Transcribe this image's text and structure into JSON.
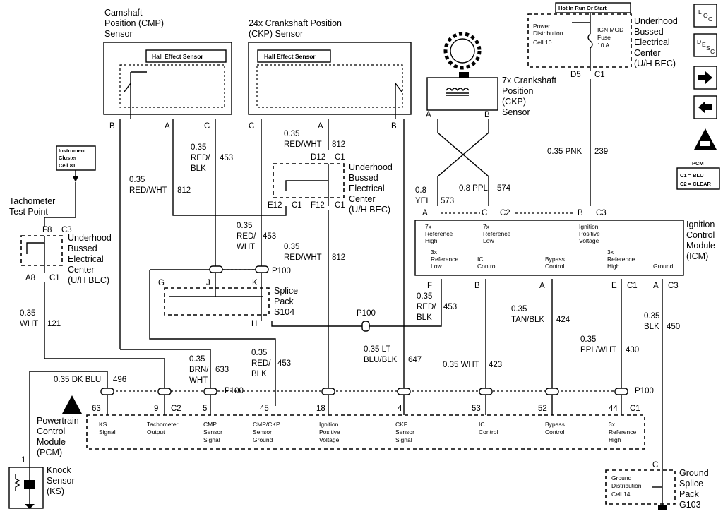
{
  "cmp_sensor": {
    "line1": "Camshaft",
    "line2": "Position (CMP)",
    "line3": "Sensor",
    "inner": "Hall Effect Sensor",
    "pins": [
      "B",
      "A",
      "C"
    ]
  },
  "ckp24_sensor": {
    "line1": "24x Crankshaft Position",
    "line2": "(CKP) Sensor",
    "inner": "Hall Effect Sensor",
    "pins": [
      "C",
      "A",
      "B"
    ]
  },
  "ckp7_sensor": {
    "line1": "7x Crankshaft",
    "line2": "Position",
    "line3": "(CKP)",
    "line4": "Sensor",
    "pins": [
      "A",
      "B"
    ]
  },
  "hot_label": "Hot In Run Or Start",
  "fuse_box": {
    "pd1": "Power",
    "pd2": "Distribution",
    "pd3": "Cell 10",
    "fuse1": "IGN MOD",
    "fuse2": "Fuse",
    "fuse3": "10 A"
  },
  "ubec_labels": {
    "l1": "Underhood",
    "l2": "Bussed",
    "l3": "Electrical",
    "l4": "Center",
    "l5": "(U/H BEC)"
  },
  "ubec_mid": {
    "l1": "Underhood",
    "l2": "Bussed",
    "l3": "Electrical",
    "l4": "Center",
    "l5": "(U/H BEC)"
  },
  "ubec_left": {
    "l1": "Underhood",
    "l2": "Bussed",
    "l3": "Electrical",
    "l4": "Center",
    "l5": "(U/H BEC)"
  },
  "instrument": {
    "l1": "Instrument",
    "l2": "Cluster",
    "l3": "Cell 81"
  },
  "tach": {
    "l1": "Tachometer",
    "l2": "Test Point"
  },
  "pcm_note": {
    "title": "PCM",
    "c1": "C1 = BLU",
    "c2": "C2 = CLEAR"
  },
  "icm": {
    "l1": "Ignition",
    "l2": "Control",
    "l3": "Module",
    "l4": "(ICM)",
    "t1a": "7x",
    "t1b": "Reference",
    "t1c": "High",
    "t2a": "7x",
    "t2b": "Reference",
    "t2c": "Low",
    "t3a": "Ignition",
    "t3b": "Positive",
    "t3c": "Voltage",
    "b1a": "3x",
    "b1b": "Reference",
    "b1c": "Low",
    "b2a": "IC",
    "b2b": "Control",
    "b3a": "Bypass",
    "b3b": "Control",
    "b4a": "3x",
    "b4b": "Reference",
    "b4c": "High",
    "b5": "Ground"
  },
  "splice": {
    "l1": "Splice",
    "l2": "Pack",
    "l3": "S104",
    "p100": "P100",
    "pins": [
      "G",
      "J",
      "K",
      "H"
    ]
  },
  "pcm": {
    "l1": "Powertrain",
    "l2": "Control",
    "l3": "Module",
    "l4": "(PCM)",
    "f1a": "KS",
    "f1b": "Signal",
    "f2a": "Tachometer",
    "f2b": "Output",
    "f3a": "CMP",
    "f3b": "Sensor",
    "f3c": "Signal",
    "f4a": "CMP/CKP",
    "f4b": "Sensor",
    "f4c": "Ground",
    "f5a": "Ignition",
    "f5b": "Positive",
    "f5c": "Voltage",
    "f6a": "CKP",
    "f6b": "Sensor",
    "f6c": "Signal",
    "f7a": "IC",
    "f7b": "Control",
    "f8a": "Bypass",
    "f8b": "Control",
    "f9a": "3x",
    "f9b": "Reference",
    "f9c": "High",
    "pins": [
      "63",
      "9",
      "5",
      "45",
      "18",
      "4",
      "53",
      "52",
      "44"
    ]
  },
  "knock": {
    "l1": "Knock",
    "l2": "Sensor",
    "l3": "(KS)",
    "pin": "1"
  },
  "ground_splice": {
    "l1": "Ground",
    "l2": "Splice",
    "l3": "Pack",
    "l4": "G103",
    "in1": "Ground",
    "in2": "Distribution",
    "in3": "Cell 14",
    "pin": "C"
  },
  "connectors": {
    "c1": "C1",
    "c2": "C2",
    "c3": "C3",
    "d5": "D5",
    "d12": "D12",
    "e12": "E12",
    "f12": "F12",
    "f8": "F8",
    "a8": "A8",
    "p100": "P100"
  },
  "wires": {
    "w453a": {
      "g": "0.35",
      "c": "RED/",
      "n": "453",
      "c2": "BLK"
    },
    "w812a": {
      "g": "0.35",
      "c": "RED/WHT",
      "n": "812"
    },
    "w812b": {
      "g": "0.35",
      "c": "RED/WHT",
      "n": "812"
    },
    "w453b": {
      "g": "0.35",
      "c": "RED/",
      "n": "453",
      "c2": "WHT"
    },
    "w812c": {
      "g": "0.35",
      "c": "RED/WHT",
      "n": "812"
    },
    "w573": {
      "g": "0.8",
      "c": "YEL",
      "n": "573"
    },
    "w574": {
      "g": "0.8 PPL",
      "n": "574"
    },
    "w239": {
      "t": "0.35 PNK",
      "n": "239"
    },
    "w121": {
      "g": "0.35",
      "c": "WHT",
      "n": "121"
    },
    "w453c": {
      "g": "0.35",
      "c": "RED/",
      "n": "453",
      "c2": "BLK"
    },
    "w424": {
      "g": "0.35",
      "c": "TAN/BLK",
      "n": "424"
    },
    "w430": {
      "g": "0.35",
      "c": "PPL/WHT",
      "n": "430"
    },
    "w450": {
      "g": "0.35",
      "c": "BLK",
      "n": "450"
    },
    "w647": {
      "g": "0.35 LT",
      "c": "BLU/BLK",
      "n": "647"
    },
    "w633": {
      "g": "0.35",
      "c": "BRN/",
      "n": "633",
      "c2": "WHT"
    },
    "w453d": {
      "g": "0.35",
      "c": "RED/",
      "n": "453",
      "c2": "BLK"
    },
    "w423": {
      "t": "0.35 WHT",
      "n": "423"
    },
    "w496": {
      "t": "0.35 DK BLU",
      "n": "496"
    }
  },
  "nav": {
    "loc": "LOC",
    "desc": "DESC"
  },
  "colors": {
    "ink": "#000000",
    "paper": "#ffffff"
  }
}
